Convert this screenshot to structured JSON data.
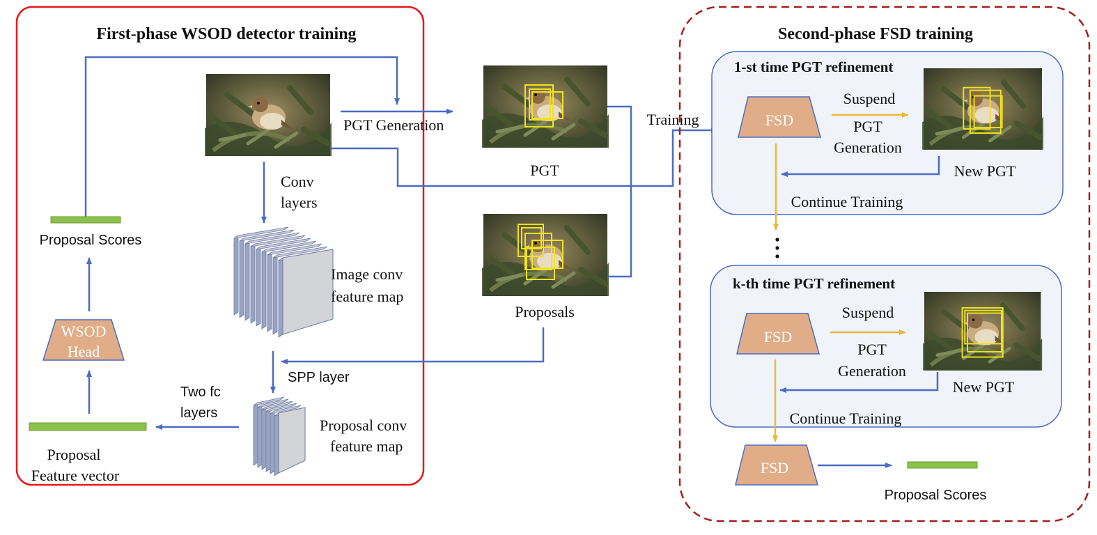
{
  "phase1": {
    "title": "First-phase WSOD detector training",
    "pgt_generation": "PGT Generation",
    "conv_layers_1": "Conv",
    "conv_layers_2": "layers",
    "image_feature_1": "Image conv",
    "image_feature_2": "feature map",
    "spp_layer": "SPP layer",
    "two_fc_1": "Two fc",
    "two_fc_2": "layers",
    "proposal_feature_map_1": "Proposal conv",
    "proposal_feature_map_2": "feature map",
    "proposal_vector_1": "Proposal",
    "proposal_vector_2": "Feature vector",
    "wsod_head_1": "WSOD",
    "wsod_head_2": "Head",
    "proposal_scores": "Proposal Scores"
  },
  "middle": {
    "pgt_label": "PGT",
    "proposals_label": "Proposals",
    "training_label": "Training"
  },
  "phase2": {
    "title": "Second-phase FSD training",
    "refine1_title": "1-st time PGT refinement",
    "refinek_title": "k-th time PGT refinement",
    "fsd": "FSD",
    "suspend": "Suspend",
    "pgt_gen_1": "PGT",
    "pgt_gen_2": "Generation",
    "new_pgt": "New PGT",
    "continue_training": "Continue Training",
    "proposal_scores": "Proposal Scores"
  },
  "colors": {
    "red_border": "#e31b1b",
    "dashed_border": "#a81c1c",
    "arrow_blue": "#4a6cc4",
    "arrow_yellow": "#e8b93a",
    "fsd_fill": "#e0ad88",
    "green_bar": "#8ac24a",
    "panel_fill": "#f0f3f9",
    "bbox_yellow": "#f2e21e"
  }
}
